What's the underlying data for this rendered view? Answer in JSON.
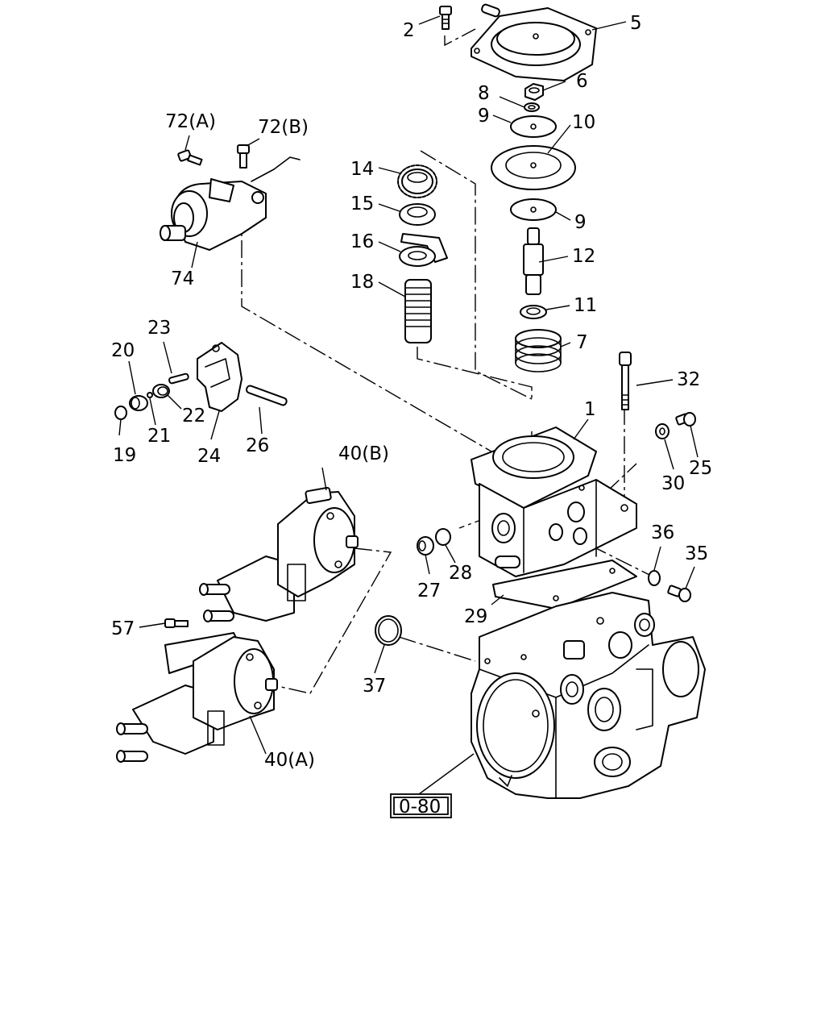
{
  "callouts": {
    "c1": "1",
    "c2": "2",
    "c5": "5",
    "c6": "6",
    "c7": "7",
    "c8": "8",
    "c9a": "9",
    "c9b": "9",
    "c10": "10",
    "c11": "11",
    "c12": "12",
    "c14": "14",
    "c15": "15",
    "c16": "16",
    "c18": "18",
    "c19": "19",
    "c20": "20",
    "c21": "21",
    "c22": "22",
    "c23": "23",
    "c24": "24",
    "c25": "25",
    "c26": "26",
    "c27": "27",
    "c28": "28",
    "c29": "29",
    "c30": "30",
    "c32": "32",
    "c35": "35",
    "c36": "36",
    "c37": "37",
    "c40a": "40(A)",
    "c40b": "40(B)",
    "c57": "57",
    "c72a": "72(A)",
    "c72b": "72(B)",
    "c74": "74"
  },
  "reference": {
    "label": "0-80"
  }
}
